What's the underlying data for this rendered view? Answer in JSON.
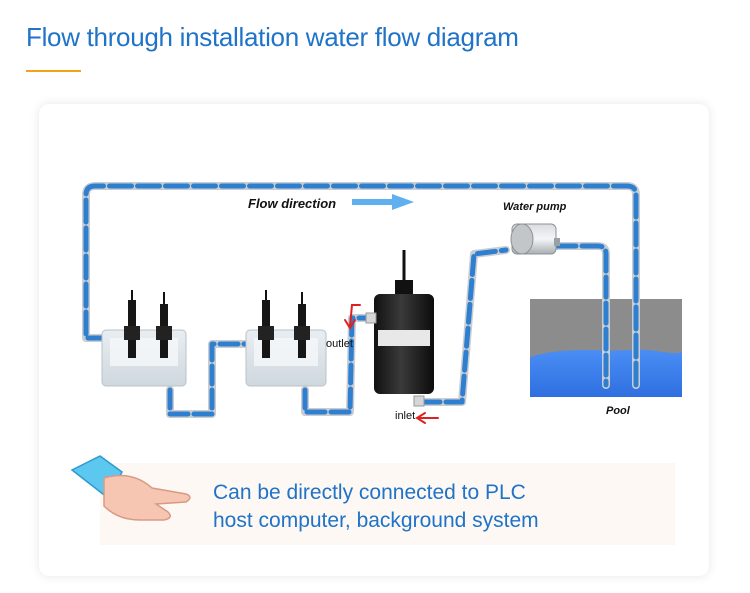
{
  "page": {
    "title": "Flow through installation water flow diagram"
  },
  "diagram": {
    "flow_direction_label": "Flow direction",
    "water_pump_label": "Water pump",
    "outlet_label": "outlet",
    "inlet_label": "inlet",
    "pool_label": "Pool"
  },
  "banner": {
    "line1": "Can be directly connected to PLC",
    "line2": "host computer, background system"
  },
  "colors": {
    "title": "#1f73c8",
    "accent_underline": "#f3a21c",
    "pipe_blue": "#2f7fd1",
    "pool_water": "#3a7ff0",
    "pool_tank": "#8a8a8a",
    "arrow_red": "#e02020"
  },
  "icons": [
    "hand-pointing-icon",
    "flow-arrow-icon",
    "red-arrow-icon"
  ]
}
